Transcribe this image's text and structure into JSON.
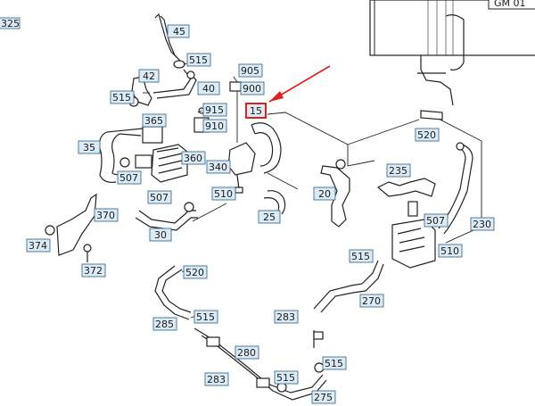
{
  "diagram": {
    "callouts": [
      {
        "label": "325"
      },
      {
        "label": "45"
      },
      {
        "label": "515"
      },
      {
        "label": "42"
      },
      {
        "label": "40"
      },
      {
        "label": "515"
      },
      {
        "label": "905"
      },
      {
        "label": "900"
      },
      {
        "label": "915"
      },
      {
        "label": "910"
      },
      {
        "label": "365"
      },
      {
        "label": "15"
      },
      {
        "label": "35"
      },
      {
        "label": "360"
      },
      {
        "label": "340"
      },
      {
        "label": "507"
      },
      {
        "label": "507"
      },
      {
        "label": "510"
      },
      {
        "label": "25"
      },
      {
        "label": "20"
      },
      {
        "label": "520"
      },
      {
        "label": "235"
      },
      {
        "label": "507"
      },
      {
        "label": "230"
      },
      {
        "label": "510"
      },
      {
        "label": "370"
      },
      {
        "label": "374"
      },
      {
        "label": "372"
      },
      {
        "label": "30"
      },
      {
        "label": "520"
      },
      {
        "label": "515"
      },
      {
        "label": "285"
      },
      {
        "label": "515"
      },
      {
        "label": "270"
      },
      {
        "label": "283"
      },
      {
        "label": "280"
      },
      {
        "label": "283"
      },
      {
        "label": "515"
      },
      {
        "label": "515"
      },
      {
        "label": "275"
      }
    ],
    "corner_label": "GM 01",
    "colors": {
      "callout_fill": "#dcebf6",
      "callout_border": "#3a6f96",
      "highlight_border": "#e0201b",
      "highlight_arrow": "#e0201b",
      "line": "#222222"
    }
  }
}
